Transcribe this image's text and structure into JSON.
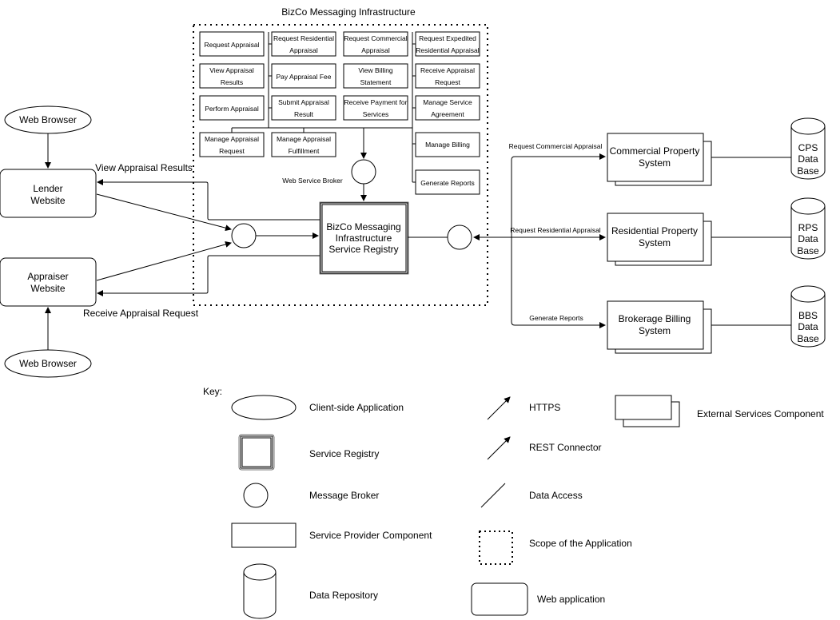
{
  "title": "BizCo Messaging Infrastructure",
  "services": [
    [
      "Request Appraisal",
      ""
    ],
    [
      "Request Residential",
      "Appraisal"
    ],
    [
      "Request Commercial",
      "Appraisal"
    ],
    [
      "Request Expedited",
      "Residential Appraisal"
    ],
    [
      "View Appraisal",
      "Results"
    ],
    [
      "Pay Appraisal Fee",
      ""
    ],
    [
      "View Billing",
      "Statement"
    ],
    [
      "Receive Appraisal",
      "Request"
    ],
    [
      "Perform Appraisal",
      ""
    ],
    [
      "Submit Appraisal",
      "Result"
    ],
    [
      "Receive Payment for",
      "Services"
    ],
    [
      "Manage Service",
      "Agreement"
    ],
    [
      "Manage Appraisal",
      "Request"
    ],
    [
      "Manage Appraisal",
      "Fulfillment"
    ],
    [
      "Manage Billing",
      ""
    ],
    [
      "Generate Reports",
      ""
    ]
  ],
  "web_browser_top": "Web Browser",
  "web_browser_bottom": "Web Browser",
  "lender": [
    "Lender",
    "Website"
  ],
  "appraiser": [
    "Appraiser",
    "Website"
  ],
  "view_results_label": "View Appraisal Results",
  "receive_request_label": "Receive Appraisal Request",
  "web_service_broker_label": "Web Service Broker",
  "registry": [
    "BizCo Messaging",
    "Infrastructure",
    "Service Registry"
  ],
  "external_systems": [
    {
      "name": [
        "Commercial Property",
        "System"
      ],
      "edge_label": "Request Commercial Appraisal",
      "db": [
        "CPS",
        "Data",
        "Base"
      ]
    },
    {
      "name": [
        "Residential Property",
        "System"
      ],
      "edge_label": "Request Residential Appraisal",
      "db": [
        "RPS",
        "Data",
        "Base"
      ]
    },
    {
      "name": [
        "Brokerage Billing",
        "System"
      ],
      "edge_label": "Generate  Reports",
      "db": [
        "BBS",
        "Data",
        "Base"
      ]
    }
  ],
  "key": {
    "title": "Key:",
    "client_side": "Client-side Application",
    "service_registry": "Service Registry",
    "message_broker": "Message Broker",
    "service_provider": "Service Provider Component",
    "data_repository": "Data Repository",
    "https": "HTTPS",
    "rest": "REST Connector",
    "data_access": "Data Access",
    "scope": "Scope of the Application",
    "web_app": "Web application",
    "external": "External Services Component"
  }
}
